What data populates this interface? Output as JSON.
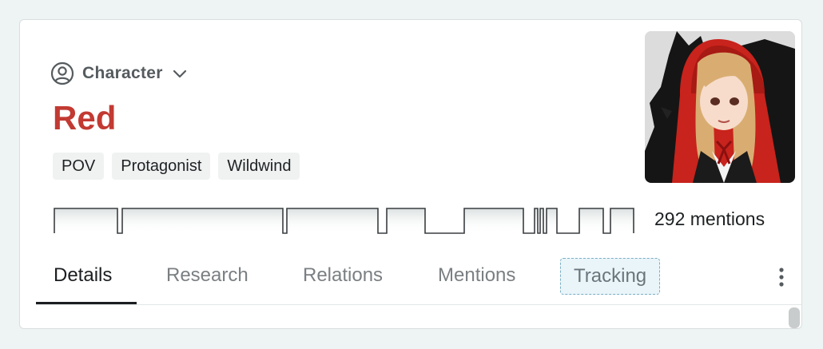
{
  "entity": {
    "type_label": "Character",
    "name": "Red",
    "tags": [
      "POV",
      "Protagonist",
      "Wildwind"
    ],
    "mentions_text": "292 mentions",
    "name_color": "#c23a32"
  },
  "icons": {
    "type": "user-circle-icon",
    "dropdown": "chevron-down-icon",
    "more": "more-vertical-icon",
    "avatar": "character-portrait"
  },
  "tabs": [
    {
      "label": "Details",
      "active": true
    },
    {
      "label": "Research",
      "active": false
    },
    {
      "label": "Relations",
      "active": false
    },
    {
      "label": "Mentions",
      "active": false
    },
    {
      "label": "Tracking",
      "active": false,
      "highlighted": true
    }
  ]
}
